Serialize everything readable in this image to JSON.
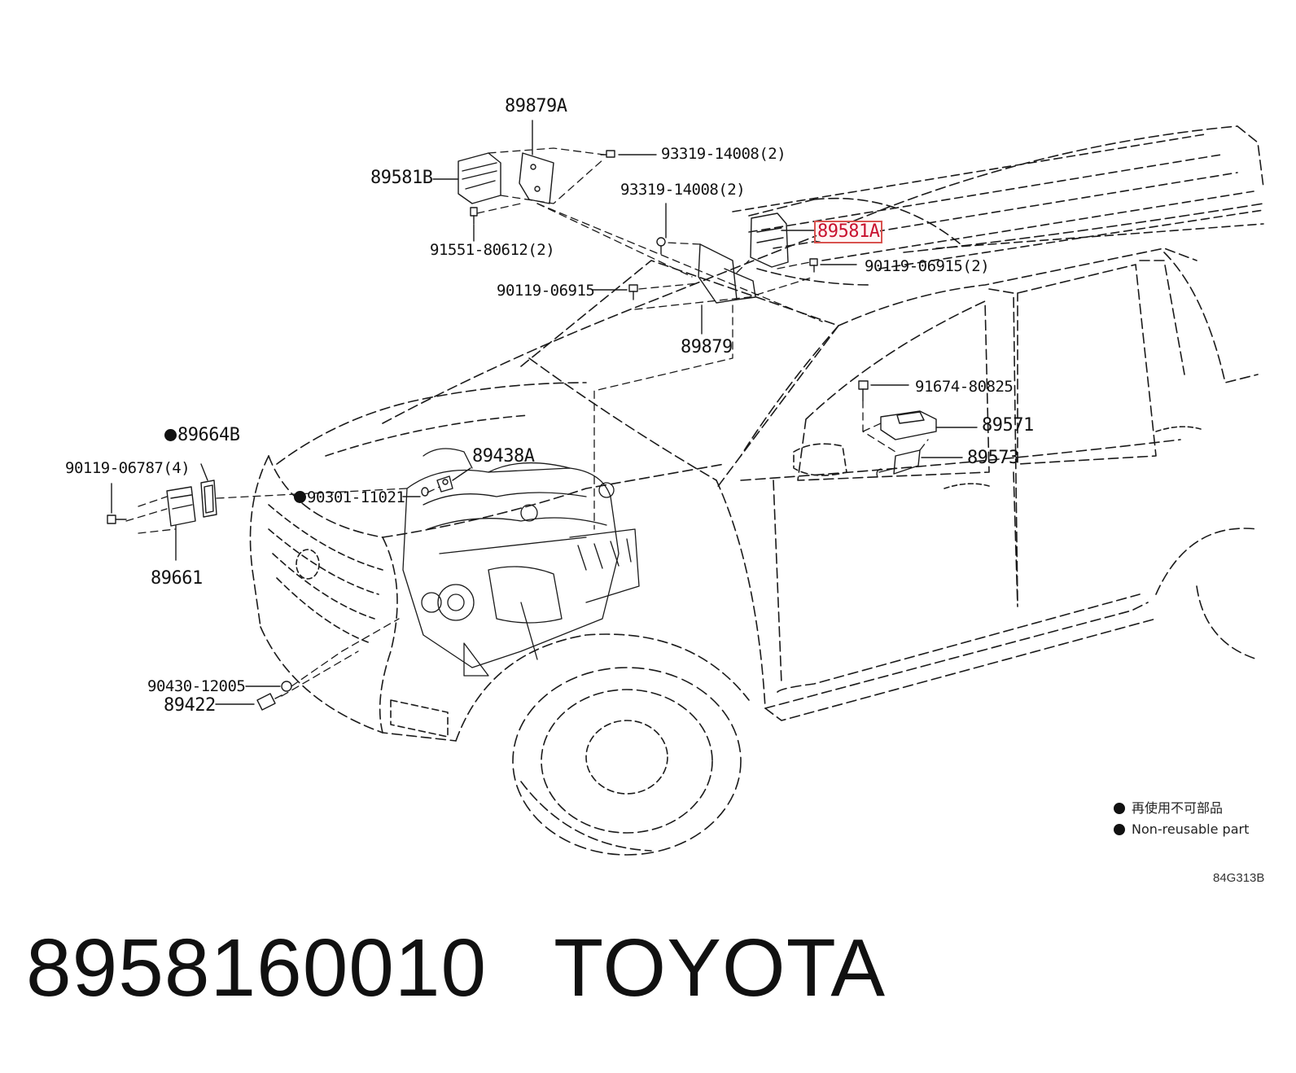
{
  "callouts": {
    "p89879A": "89879A",
    "p89581B": "89581B",
    "p93319_top": "93319-14008(2)",
    "p93319_mid": "93319-14008(2)",
    "p91551": "91551-80612(2)",
    "p89581A": "89581A",
    "p90119_06915_2": "90119-06915(2)",
    "p90119_06915": "90119-06915",
    "p89879": "89879",
    "p91674": "91674-80825",
    "p89571": "89571",
    "p89573": "89573",
    "p89664B": "89664B",
    "p90119_06787": "90119-06787(4)",
    "p89438A": "89438A",
    "p90301": "90301-11021",
    "p89661": "89661",
    "p90430": "90430-12005",
    "p89422": "89422"
  },
  "legend": {
    "line1": "再使用不可部品",
    "line2": "Non-reusable part"
  },
  "diagram_code": "84G313B",
  "caption": {
    "part_number": "8958160010",
    "brand": "TOYOTA"
  },
  "colors": {
    "highlight": "#c8102e",
    "line": "#1a1a1a"
  }
}
